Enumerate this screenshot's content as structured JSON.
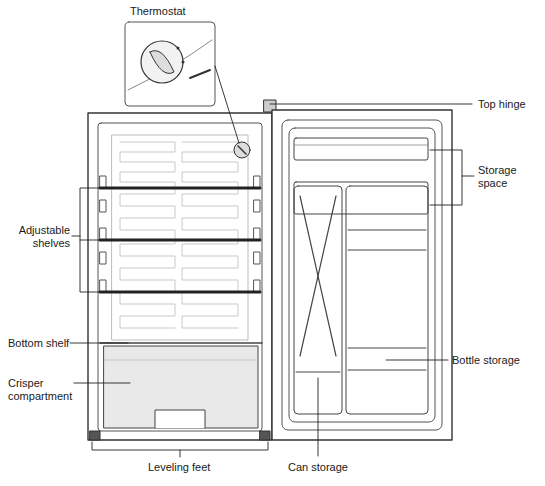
{
  "diagram": {
    "labels": [
      "Thermostat",
      "Top hinge",
      "Storage space",
      "Adjustable shelves",
      "Bottom shelf",
      "Crisper compartment",
      "Bottle storage",
      "Can storage",
      "Leveling feet"
    ]
  }
}
